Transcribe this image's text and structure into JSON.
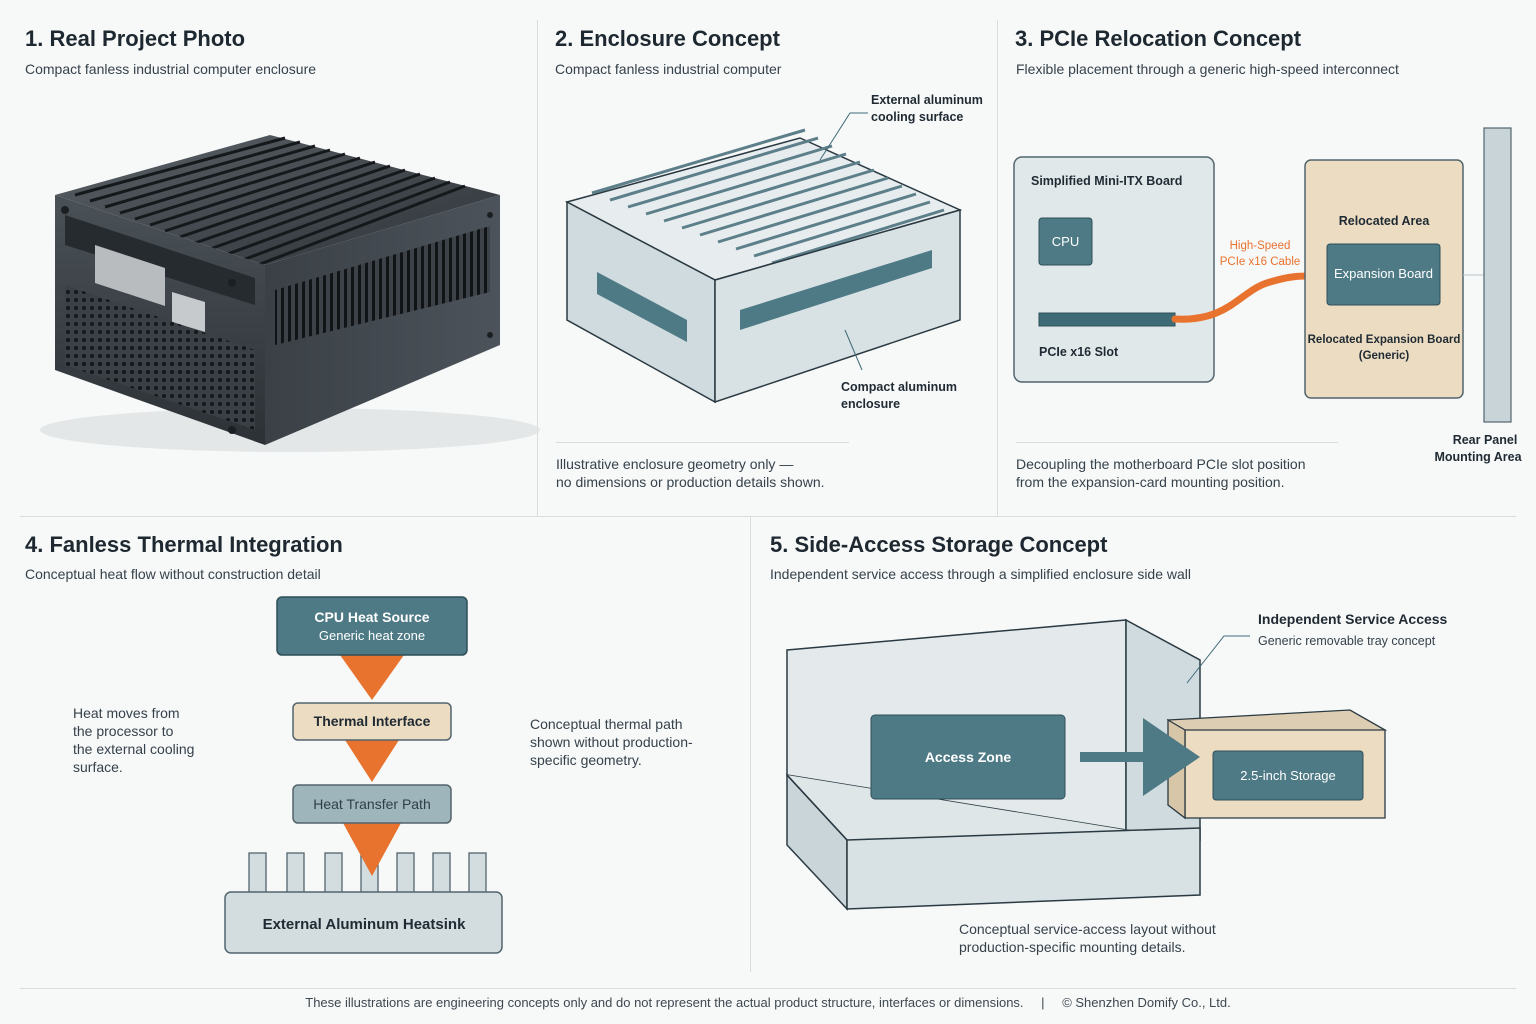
{
  "panels": {
    "p1": {
      "title": "1. Real Project Photo",
      "subtitle": "Compact fanless industrial computer enclosure"
    },
    "p2": {
      "title": "2. Enclosure Concept",
      "subtitle": "Compact fanless industrial computer",
      "callout_top_1": "External aluminum",
      "callout_top_2": "cooling surface",
      "callout_bottom_1": "Compact aluminum",
      "callout_bottom_2": "enclosure",
      "note_1": "Illustrative enclosure geometry only —",
      "note_2": "no dimensions or production details shown."
    },
    "p3": {
      "title": "3. PCIe Relocation Concept",
      "subtitle": "Flexible placement through a generic high-speed interconnect",
      "board_label": "Simplified Mini-ITX Board",
      "cpu_label": "CPU",
      "slot_label": "PCIe x16 Slot",
      "cable_label_1": "High-Speed",
      "cable_label_2": "PCIe x16 Cable",
      "relocated_area": "Relocated Area",
      "expansion_board": "Expansion Board",
      "relocated_label_1": "Relocated Expansion Board",
      "relocated_label_2": "(Generic)",
      "rear_panel_1": "Rear Panel",
      "rear_panel_2": "Mounting Area",
      "note_1": "Decoupling the motherboard PCIe slot position",
      "note_2": "from the expansion-card mounting position."
    },
    "p4": {
      "title": "4. Fanless Thermal Integration",
      "subtitle": "Conceptual heat flow without construction detail",
      "cpu_heat_1": "CPU Heat Source",
      "cpu_heat_2": "Generic heat zone",
      "thermal_interface": "Thermal Interface",
      "heat_transfer": "Heat Transfer Path",
      "heatsink": "External Aluminum Heatsink",
      "left_note": [
        "Heat moves from",
        "the processor to",
        "the external cooling",
        "surface."
      ],
      "right_note": [
        "Conceptual thermal path",
        "shown without production-",
        "specific geometry."
      ]
    },
    "p5": {
      "title": "5. Side-Access Storage Concept",
      "subtitle": "Independent service access through a simplified enclosure side wall",
      "service_title": "Independent Service Access",
      "service_sub": "Generic removable tray concept",
      "access_zone": "Access Zone",
      "storage": "2.5-inch Storage",
      "note_1": "Conceptual service-access layout without",
      "note_2": "production-specific mounting details."
    }
  },
  "footer": {
    "disclaimer": "These illustrations are engineering concepts only and do not represent the actual product structure, interfaces or dimensions.",
    "separator": "|",
    "copyright": "© Shenzhen Domify Co., Ltd."
  },
  "colors": {
    "teal": "#4e7a86",
    "teal_dark": "#2f4f59",
    "orange": "#e8732f",
    "sand": "#ecdcc2",
    "light_gray": "#d8e1e4"
  }
}
